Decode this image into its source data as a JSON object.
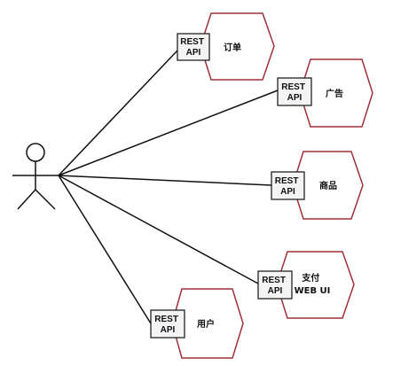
{
  "actor": {
    "icon": "user-stick-figure-icon"
  },
  "api_label": {
    "line1": "REST",
    "line2": "API"
  },
  "services": [
    {
      "id": "order",
      "label_lines": [
        "订单"
      ]
    },
    {
      "id": "ad",
      "label_lines": [
        "广告"
      ]
    },
    {
      "id": "product",
      "label_lines": [
        "商品"
      ]
    },
    {
      "id": "payment",
      "label_lines": [
        "支付",
        "WEB UI"
      ]
    },
    {
      "id": "user",
      "label_lines": [
        "用户"
      ]
    }
  ],
  "colors": {
    "hexagon_stroke": "#a0303a",
    "lines": "#111111",
    "api_box_fill": "#f4f4f4",
    "api_box_stroke": "#222222"
  }
}
